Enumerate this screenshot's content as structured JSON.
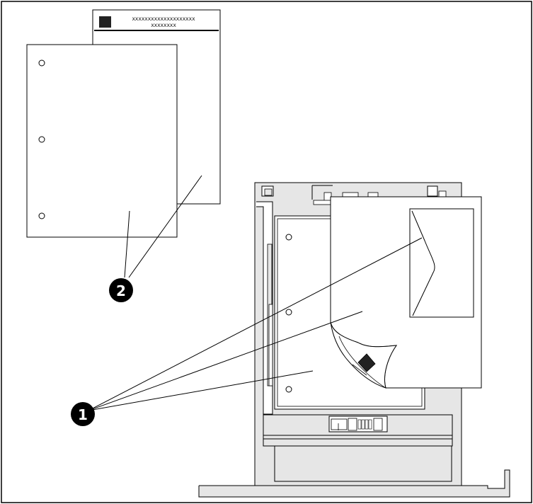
{
  "letterhead": {
    "line1": "XXXXXXXXXXXXXXXXXXXX",
    "line2": "XXXXXXXX"
  },
  "callouts": [
    {
      "number": "1",
      "meaning": "pre-punched, letterhead and envelope media loaded in tray"
    },
    {
      "number": "2",
      "meaning": "pre-punched paper and letterhead"
    }
  ],
  "colors": {
    "line": "#000000",
    "tray_fill": "#e6e6e6",
    "paper_fill": "#ffffff",
    "callout_fill": "#000000"
  }
}
